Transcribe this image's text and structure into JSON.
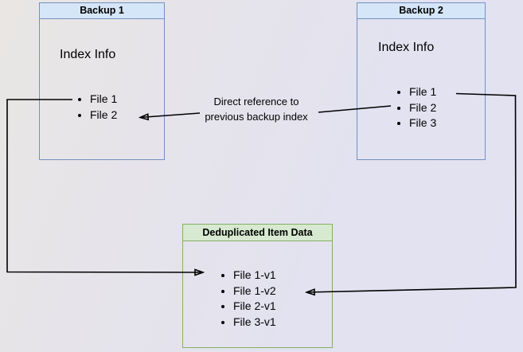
{
  "diagram": {
    "backup1": {
      "title": "Backup 1",
      "section_label": "Index Info",
      "files": [
        "File 1",
        "File 2"
      ]
    },
    "backup2": {
      "title": "Backup 2",
      "section_label": "Index Info",
      "files": [
        "File 1",
        "File 2",
        "File 3"
      ]
    },
    "dedup": {
      "title": "Deduplicated Item Data",
      "files": [
        "File 1-v1",
        "File 1-v2",
        "File 2-v1",
        "File 3-v1"
      ]
    },
    "reference_label": {
      "line1": "Direct reference to",
      "line2": "previous backup index"
    }
  },
  "colors": {
    "background_start": "#e9e6e3",
    "background_end": "#e2e2f2",
    "blue_fill": "#d6e6f9",
    "blue_border": "#7390bf",
    "green_fill": "#d7e9d0",
    "green_border": "#83b065",
    "arrow": "#000000",
    "text": "#000000"
  }
}
